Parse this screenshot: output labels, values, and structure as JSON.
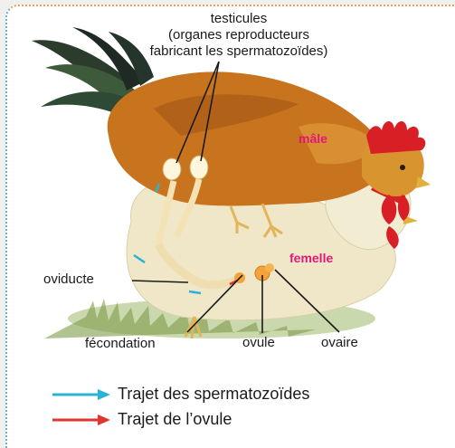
{
  "labels": {
    "testicules_line1": "testicules",
    "testicules_line2": "(organes reproducteurs",
    "testicules_line3": "fabricant les spermatozoïdes)",
    "male": "mâle",
    "femelle": "femelle",
    "oviducte": "oviducte",
    "fecondation": "fécondation",
    "ovule": "ovule",
    "ovaire": "ovaire"
  },
  "legend": {
    "items": [
      {
        "label": "Trajet des spermatozoïdes",
        "color": "#29b3d6"
      },
      {
        "label": "Trajet de l’ovule",
        "color": "#e0342c"
      }
    ]
  },
  "colors": {
    "pink_label": "#e0177a",
    "rooster": "#c8731e",
    "hen": "#efe7c8",
    "comb": "#d81f26"
  }
}
